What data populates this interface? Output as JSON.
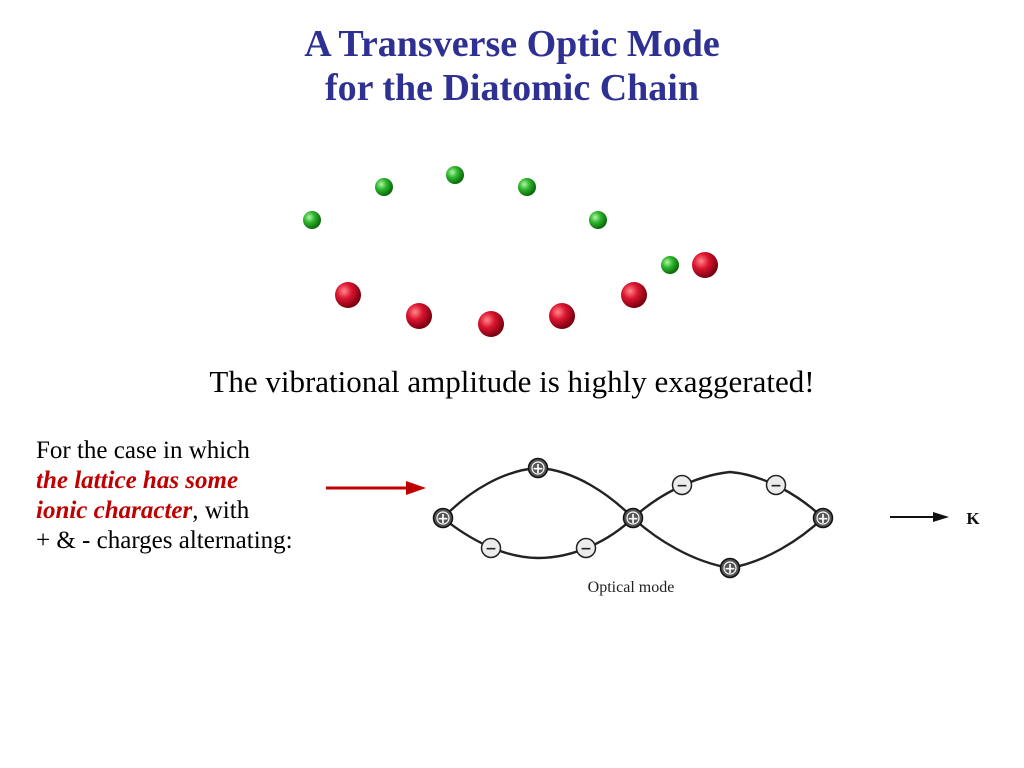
{
  "title": {
    "line1": "A Transverse Optic Mode",
    "line2": "for the Diatomic Chain"
  },
  "note": "The vibrational amplitude is highly exaggerated!",
  "description": {
    "line1": "For the case in which",
    "line2_em": "the lattice has some",
    "line3_em": "ionic character",
    "line3_rest": ", with",
    "line4": "+ & - charges alternating:"
  },
  "diagram": {
    "caption": "Optical mode",
    "k_label": "K",
    "plus_symbol": "+",
    "minus_symbol": "−"
  },
  "colors": {
    "title": "#2e3192",
    "emphasis": "#c00000",
    "arrow": "#c00000",
    "green_atom": "#1fa61f",
    "red_atom": "#d4102a"
  }
}
